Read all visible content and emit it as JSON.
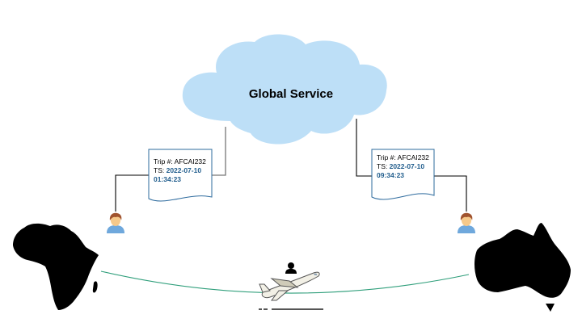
{
  "diagram": {
    "cloud": {
      "label": "Global Service",
      "fill": "#bddff7"
    },
    "documents": [
      {
        "id": "left",
        "trip_label": "Trip #: AFCAI232",
        "ts_prefix": "TS: ",
        "ts_date": "2022-07-10",
        "ts_time": "01:34:23"
      },
      {
        "id": "right",
        "trip_label": "Trip #: AFCAI232",
        "ts_prefix": "TS: ",
        "ts_date": "2022-07-10",
        "ts_time": "09:34:23"
      }
    ],
    "users": [
      {
        "id": "left-user",
        "icon": "user-icon"
      },
      {
        "id": "right-user",
        "icon": "user-icon"
      }
    ],
    "continents": [
      {
        "id": "africa",
        "icon": "africa-silhouette"
      },
      {
        "id": "australia",
        "icon": "australia-silhouette"
      }
    ],
    "flight": {
      "icon": "airplane-icon",
      "passenger_icon": "person-icon",
      "route_color": "#2e9e7a"
    },
    "colors": {
      "doc_border": "#2e6b9e",
      "ts_value": "#1f5c8c",
      "connector": "#000000",
      "connector_gray": "#777777"
    }
  }
}
